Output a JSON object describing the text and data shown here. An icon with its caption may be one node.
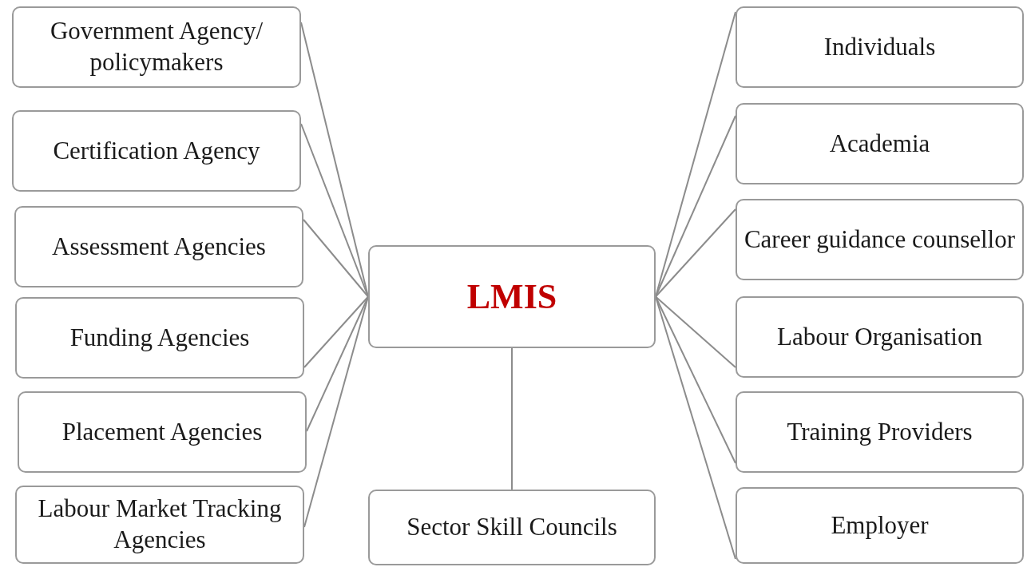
{
  "diagram": {
    "nodes": [
      {
        "text": [
          "Government Agency/ policymakers"
        ]
      },
      {
        "text": [
          "Certification Agency"
        ]
      },
      {
        "text": [
          "Assessment Agencies"
        ]
      },
      {
        "text": [
          "Funding Agencies"
        ]
      },
      {
        "text": [
          "Placement Agencies"
        ]
      },
      {
        "text": [
          "Labour Market Tracking Agencies"
        ]
      },
      {
        "text": [
          "LMIS"
        ]
      },
      {
        "text": [
          "Sector Skill Councils"
        ]
      },
      {
        "text": [
          "Individuals"
        ]
      },
      {
        "text": [
          "Academia"
        ]
      },
      {
        "text": [
          "Career guidance counsellor"
        ]
      },
      {
        "text": [
          "Labour Organisation"
        ]
      },
      {
        "text": [
          "Training Providers"
        ]
      },
      {
        "text": [
          "Employer"
        ]
      }
    ],
    "edges": [
      {
        "from": 6,
        "to": 0,
        "arrow": "none"
      },
      {
        "from": 6,
        "to": 1,
        "arrow": "none"
      },
      {
        "from": 6,
        "to": 2,
        "arrow": "none"
      },
      {
        "from": 6,
        "to": 3,
        "arrow": "none"
      },
      {
        "from": 6,
        "to": 4,
        "arrow": "none"
      },
      {
        "from": 6,
        "to": 5,
        "arrow": "none"
      },
      {
        "from": 6,
        "to": 7,
        "arrow": "none"
      },
      {
        "from": 6,
        "to": 8,
        "arrow": "none"
      },
      {
        "from": 6,
        "to": 9,
        "arrow": "none"
      },
      {
        "from": 6,
        "to": 10,
        "arrow": "none"
      },
      {
        "from": 6,
        "to": 11,
        "arrow": "none"
      },
      {
        "from": 6,
        "to": 12,
        "arrow": "none"
      },
      {
        "from": 6,
        "to": 13,
        "arrow": "none"
      }
    ]
  }
}
